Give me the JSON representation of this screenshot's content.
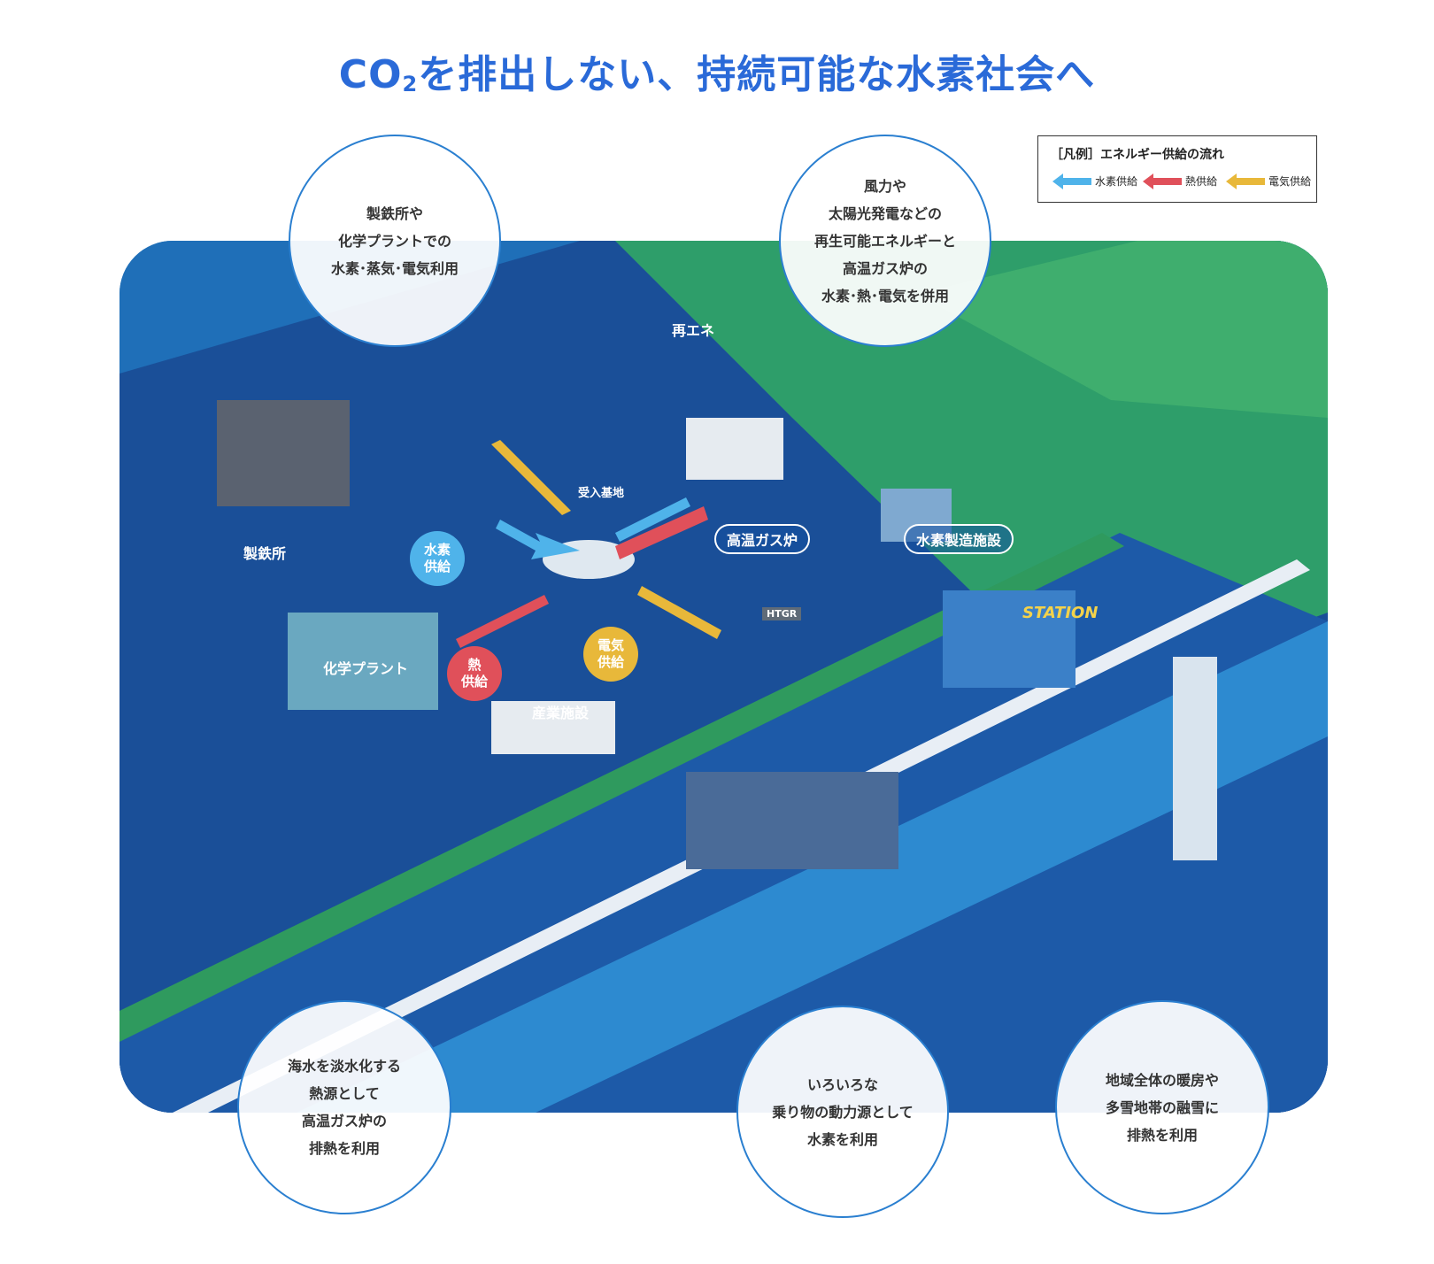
{
  "title": {
    "prefix": "CO",
    "sub": "2",
    "rest": "を排出しない、持続可能な水素社会へ"
  },
  "legend": {
    "title": "［凡例］エネルギー供給の流れ",
    "items": [
      {
        "label": "水素供給",
        "color": "#4fb3ea"
      },
      {
        "label": "熱供給",
        "color": "#e0505a"
      },
      {
        "label": "電気供給",
        "color": "#e8b83a"
      }
    ]
  },
  "bubbles": {
    "steel": "製鉄所や\n化学プラントでの\n水素･蒸気･電気利用",
    "renewable": "風力や\n太陽光発電などの\n再生可能エネルギーと\n高温ガス炉の\n水素･熱･電気を併用",
    "desalination": "海水を淡水化する\n熱源として\n高温ガス炉の\n排熱を利用",
    "mobility": "いろいろな\n乗り物の動力源として\n水素を利用",
    "heating": "地域全体の暖房や\n多雪地帯の融雪に\n排熱を利用"
  },
  "labels": {
    "steelworks": "製鉄所",
    "chemical_plant": "化学プラント",
    "receiving_base": "受入基地",
    "renewable": "再エネ",
    "industrial": "産業施設",
    "htgr": "高温ガス炉",
    "h2_plant": "水素製造施設",
    "station": "STATION",
    "htgr_sign": "HTGR"
  },
  "supply": {
    "hydrogen": "水素\n供給",
    "heat": "熱\n供給",
    "electricity": "電気\n供給"
  },
  "colors": {
    "title": "#2a6ad8",
    "sea": "#1f6fb8",
    "land": "#1a4f98",
    "green": "#2e9e6a",
    "hydrogen": "#4fb3ea",
    "heat": "#e0505a",
    "electricity": "#e8b83a"
  }
}
